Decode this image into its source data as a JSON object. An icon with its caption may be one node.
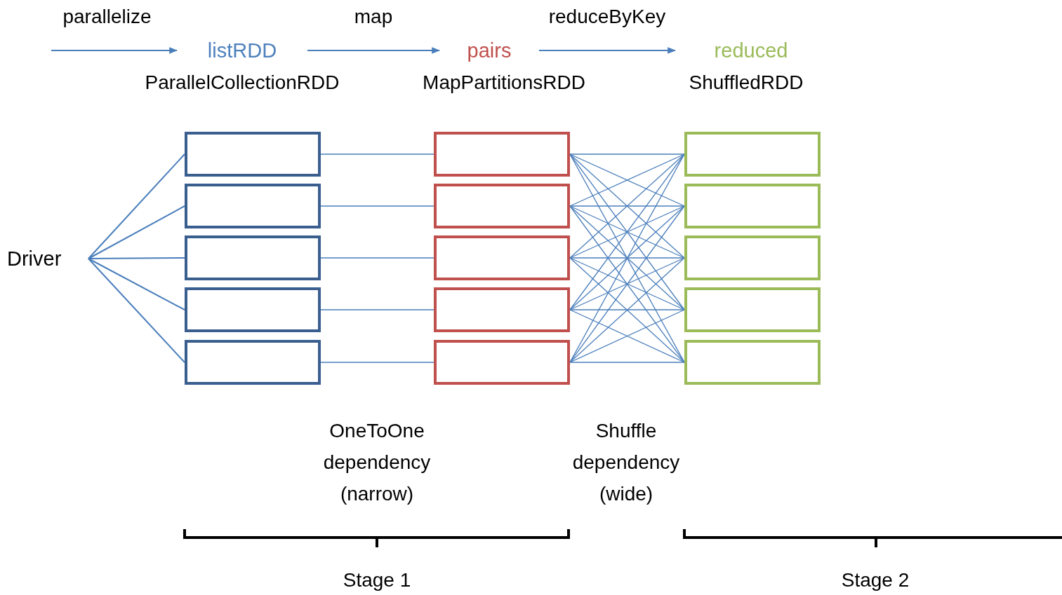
{
  "diagram": {
    "nodes": [
      {
        "text": [
          "Driver"
        ]
      },
      {
        "text": [],
        "shape": "box"
      },
      {
        "text": [],
        "shape": "box"
      },
      {
        "text": [],
        "shape": "box"
      },
      {
        "text": [],
        "shape": "box"
      },
      {
        "text": [],
        "shape": "box"
      },
      {
        "text": [],
        "shape": "box"
      },
      {
        "text": [],
        "shape": "box"
      },
      {
        "text": [],
        "shape": "box"
      },
      {
        "text": [],
        "shape": "box"
      },
      {
        "text": [],
        "shape": "box"
      },
      {
        "text": [],
        "shape": "box"
      },
      {
        "text": [],
        "shape": "box"
      },
      {
        "text": [],
        "shape": "box"
      },
      {
        "text": [],
        "shape": "box"
      },
      {
        "text": [],
        "shape": "box"
      },
      {
        "text": [
          "listRDD"
        ]
      },
      {
        "text": [
          "pairs"
        ]
      },
      {
        "text": [
          "reduced"
        ]
      }
    ],
    "edges": [
      {
        "from": null,
        "to": 16,
        "arrow": "to",
        "label": "parallelize"
      },
      {
        "from": 16,
        "to": 17,
        "arrow": "to",
        "label": "map"
      },
      {
        "from": 17,
        "to": 18,
        "arrow": "to",
        "label": "reduceByKey"
      },
      {
        "from": 0,
        "to": 1,
        "arrow": "none"
      },
      {
        "from": 0,
        "to": 2,
        "arrow": "none"
      },
      {
        "from": 0,
        "to": 3,
        "arrow": "none"
      },
      {
        "from": 0,
        "to": 4,
        "arrow": "none"
      },
      {
        "from": 0,
        "to": 5,
        "arrow": "none"
      },
      {
        "from": 1,
        "to": 6,
        "arrow": "none"
      },
      {
        "from": 2,
        "to": 7,
        "arrow": "none"
      },
      {
        "from": 3,
        "to": 8,
        "arrow": "none"
      },
      {
        "from": 4,
        "to": 9,
        "arrow": "none"
      },
      {
        "from": 5,
        "to": 10,
        "arrow": "none"
      },
      {
        "from": 6,
        "to": 11,
        "arrow": "none"
      },
      {
        "from": 6,
        "to": 12,
        "arrow": "none"
      },
      {
        "from": 6,
        "to": 13,
        "arrow": "none"
      },
      {
        "from": 6,
        "to": 14,
        "arrow": "none"
      },
      {
        "from": 6,
        "to": 15,
        "arrow": "none"
      },
      {
        "from": 7,
        "to": 11,
        "arrow": "none"
      },
      {
        "from": 7,
        "to": 12,
        "arrow": "none"
      },
      {
        "from": 7,
        "to": 13,
        "arrow": "none"
      },
      {
        "from": 7,
        "to": 14,
        "arrow": "none"
      },
      {
        "from": 7,
        "to": 15,
        "arrow": "none"
      },
      {
        "from": 8,
        "to": 11,
        "arrow": "none"
      },
      {
        "from": 8,
        "to": 12,
        "arrow": "none"
      },
      {
        "from": 8,
        "to": 13,
        "arrow": "none"
      },
      {
        "from": 8,
        "to": 14,
        "arrow": "none"
      },
      {
        "from": 8,
        "to": 15,
        "arrow": "none"
      },
      {
        "from": 9,
        "to": 11,
        "arrow": "none"
      },
      {
        "from": 9,
        "to": 12,
        "arrow": "none"
      },
      {
        "from": 9,
        "to": 13,
        "arrow": "none"
      },
      {
        "from": 9,
        "to": 14,
        "arrow": "none"
      },
      {
        "from": 9,
        "to": 15,
        "arrow": "none"
      },
      {
        "from": 10,
        "to": 11,
        "arrow": "none"
      },
      {
        "from": 10,
        "to": 12,
        "arrow": "none"
      },
      {
        "from": 10,
        "to": 13,
        "arrow": "none"
      },
      {
        "from": 10,
        "to": 14,
        "arrow": "none"
      },
      {
        "from": 10,
        "to": 15,
        "arrow": "none"
      }
    ],
    "labels": [
      "ParallelCollectionRDD",
      "MapPartitionsRDD",
      "ShuffledRDD",
      "OneToOne dependency (narrow)",
      "Shuffle dependency (wide)",
      "Stage 1",
      "Stage 2"
    ]
  }
}
